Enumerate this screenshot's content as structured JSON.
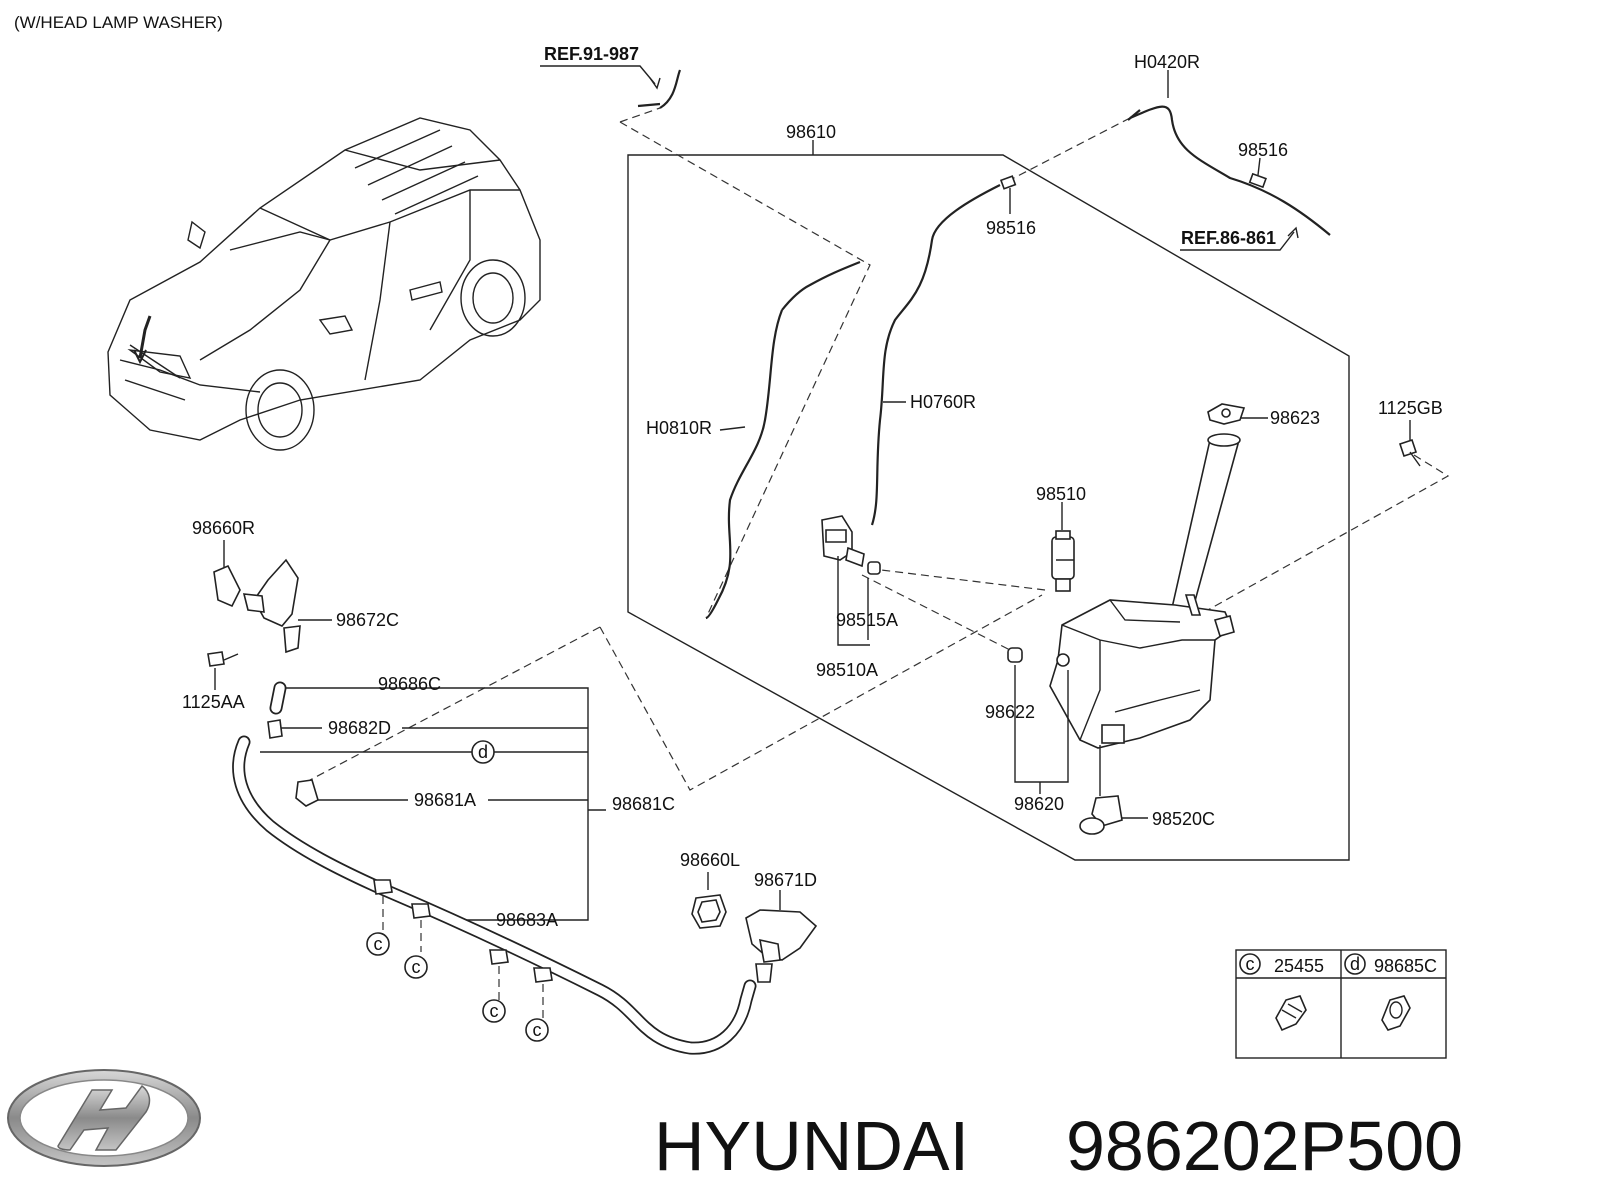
{
  "header_note": "(W/HEAD LAMP WASHER)",
  "refs": {
    "ref_91": "REF.91-987",
    "ref_86": "REF.86-861"
  },
  "callouts": {
    "p98610": "98610",
    "h0420r": "H0420R",
    "p98516_top": "98516",
    "p98516_mid": "98516",
    "h0810r": "H0810R",
    "h0760r": "H0760R",
    "p98623": "98623",
    "p1125gb": "1125GB",
    "p98510": "98510",
    "p98515a": "98515A",
    "p98510a": "98510A",
    "p98622": "98622",
    "p98620": "98620",
    "p98520c": "98520C",
    "p98660r": "98660R",
    "p98672c": "98672C",
    "p1125aa": "1125AA",
    "p98686c": "98686C",
    "p98682d": "98682D",
    "p98681a": "98681A",
    "p98681c": "98681C",
    "p98683a": "98683A",
    "p98660l": "98660L",
    "p98671d": "98671D"
  },
  "markers": {
    "c": "c",
    "d": "d"
  },
  "legend": {
    "c_key": "c",
    "c_part": "25455",
    "d_key": "d",
    "d_part": "98685C"
  },
  "brand": {
    "name": "HYUNDAI",
    "part_number": "986202P500"
  },
  "icons": [
    "hyundai-logo-icon",
    "car-silhouette-icon"
  ]
}
